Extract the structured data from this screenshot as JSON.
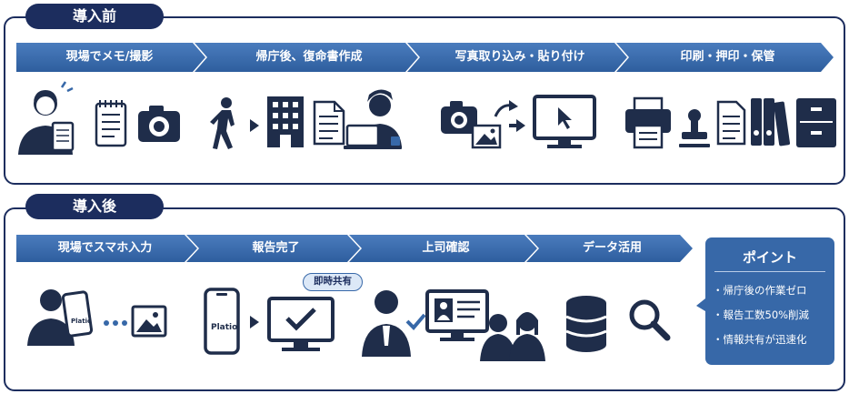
{
  "before": {
    "badge": "導入前",
    "steps": [
      "現場でメモ/撮影",
      "帰庁後、復命書作成",
      "写真取り込み・貼り付け",
      "印刷・押印・保管"
    ]
  },
  "after": {
    "badge": "導入後",
    "steps": [
      "現場でスマホ入力",
      "報告完了",
      "上司確認",
      "データ活用"
    ],
    "callout": "即時共有",
    "phone_logo": "Platio"
  },
  "points": {
    "title": "ポイント",
    "items": [
      "・帰庁後の作業ゼロ",
      "・報告工数50%削減",
      "・情報共有が迅速化"
    ]
  },
  "colors": {
    "navy": "#1c2d5e",
    "blue": "#3768a8",
    "icon": "#1f2d4a"
  }
}
